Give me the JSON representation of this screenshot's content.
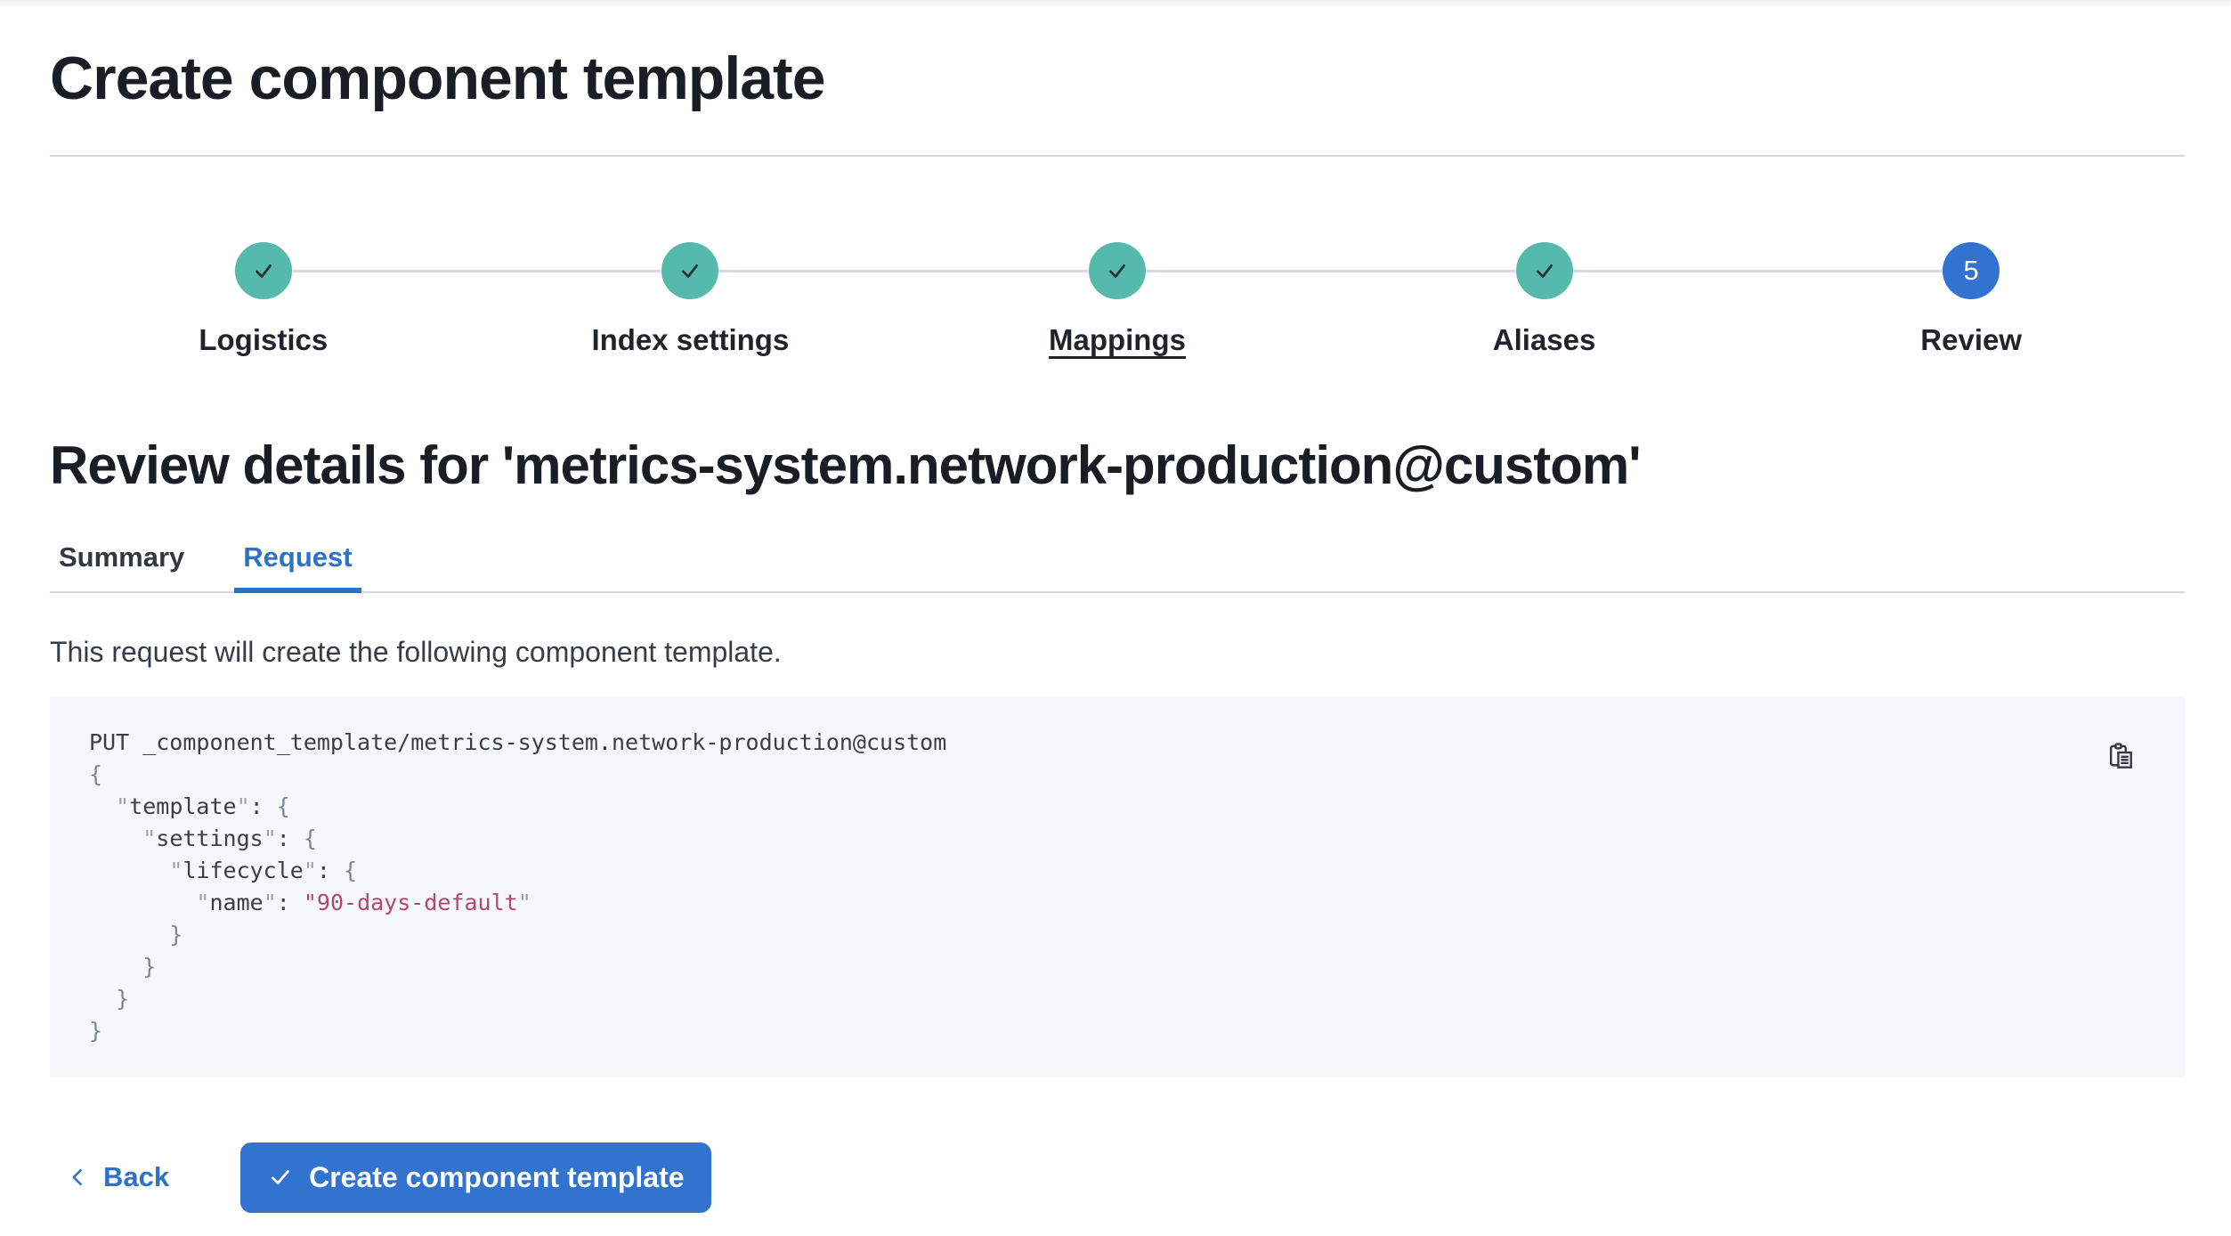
{
  "header": {
    "title": "Create component template"
  },
  "steps": {
    "items": [
      {
        "label": "Logistics",
        "status": "complete",
        "underlined": false
      },
      {
        "label": "Index settings",
        "status": "complete",
        "underlined": false
      },
      {
        "label": "Mappings",
        "status": "complete",
        "underlined": true
      },
      {
        "label": "Aliases",
        "status": "complete",
        "underlined": false
      },
      {
        "label": "Review",
        "status": "current",
        "number": "5",
        "underlined": false
      }
    ]
  },
  "review": {
    "heading": "Review details for 'metrics-system.network-production@custom'",
    "tabs": [
      {
        "label": "Summary",
        "active": false
      },
      {
        "label": "Request",
        "active": true
      }
    ],
    "description": "This request will create the following component template."
  },
  "code": {
    "lines": [
      [
        {
          "c": "pl",
          "t": "PUT _component_template/metrics-system.network-production@custom"
        }
      ],
      [
        {
          "c": "br",
          "t": "{"
        }
      ],
      [
        {
          "c": "pl",
          "t": "  "
        },
        {
          "c": "pu",
          "t": "\""
        },
        {
          "c": "pl",
          "t": "template"
        },
        {
          "c": "pu",
          "t": "\""
        },
        {
          "c": "pl",
          "t": ": "
        },
        {
          "c": "br",
          "t": "{"
        }
      ],
      [
        {
          "c": "pl",
          "t": "    "
        },
        {
          "c": "pu",
          "t": "\""
        },
        {
          "c": "pl",
          "t": "settings"
        },
        {
          "c": "pu",
          "t": "\""
        },
        {
          "c": "pl",
          "t": ": "
        },
        {
          "c": "br",
          "t": "{"
        }
      ],
      [
        {
          "c": "pl",
          "t": "      "
        },
        {
          "c": "pu",
          "t": "\""
        },
        {
          "c": "pl",
          "t": "lifecycle"
        },
        {
          "c": "pu",
          "t": "\""
        },
        {
          "c": "pl",
          "t": ": "
        },
        {
          "c": "br",
          "t": "{"
        }
      ],
      [
        {
          "c": "pl",
          "t": "        "
        },
        {
          "c": "pu",
          "t": "\""
        },
        {
          "c": "pl",
          "t": "name"
        },
        {
          "c": "pu",
          "t": "\""
        },
        {
          "c": "pl",
          "t": ": "
        },
        {
          "c": "st",
          "t": "\"90-days-default"
        },
        {
          "c": "pu",
          "t": "\""
        }
      ],
      [
        {
          "c": "pl",
          "t": "      "
        },
        {
          "c": "br",
          "t": "}"
        }
      ],
      [
        {
          "c": "pl",
          "t": "    "
        },
        {
          "c": "br",
          "t": "}"
        }
      ],
      [
        {
          "c": "pl",
          "t": "  "
        },
        {
          "c": "br",
          "t": "}"
        }
      ],
      [
        {
          "c": "br",
          "t": "}"
        }
      ]
    ]
  },
  "footer": {
    "back_label": "Back",
    "create_label": "Create component template"
  },
  "icons": {
    "step_complete": "check-icon",
    "copy": "copy-clipboard-icon",
    "back": "chevron-left-icon",
    "create": "check-icon"
  },
  "colors": {
    "primary_blue": "#3173cf",
    "tab_blue": "#2e72c8",
    "step_success_teal": "#55b9ab",
    "code_background": "#f5f7fa",
    "code_string_pink": "#b0486c",
    "divider_gray": "#d3dae6",
    "text_dark": "#1a1d24"
  }
}
